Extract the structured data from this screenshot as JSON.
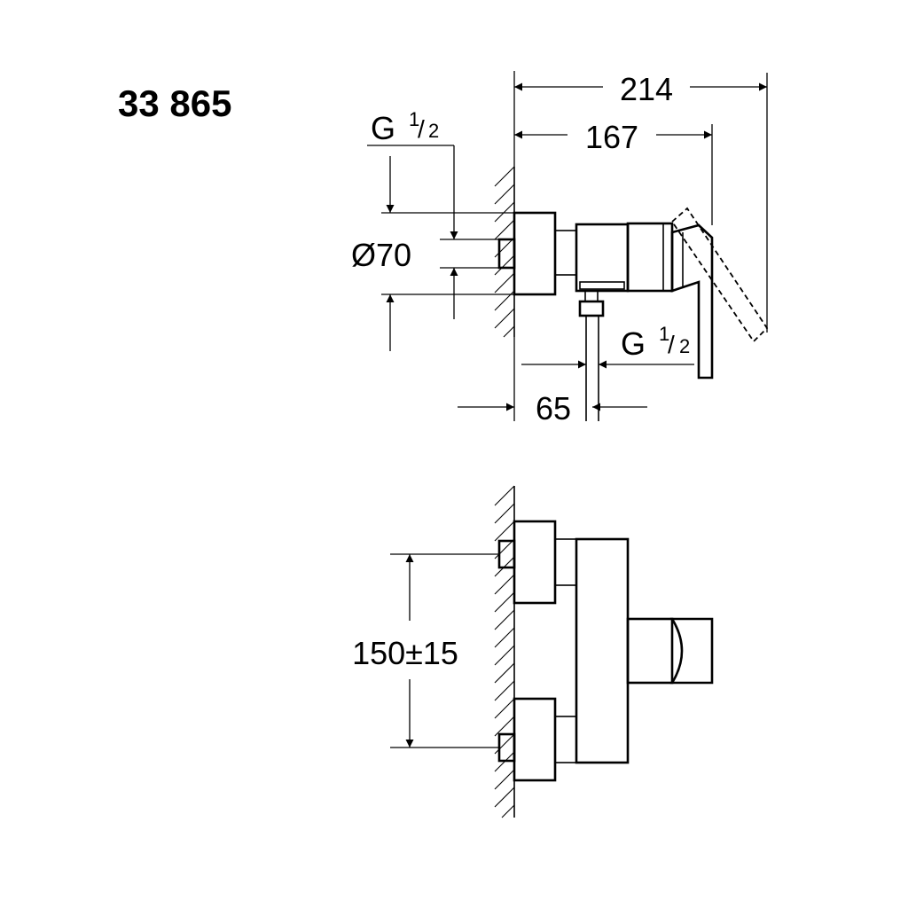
{
  "product_code": "33 865",
  "dimensions": {
    "overall_depth": "214",
    "lever_depth": "167",
    "inlet_thread": "G",
    "outlet_thread": "G",
    "fraction_numerator": "1",
    "fraction_slash": "/",
    "fraction_denominator": "2",
    "escutcheon_diameter": "Ø70",
    "outlet_offset": "65",
    "inlet_spacing": "150±15"
  },
  "colors": {
    "line": "#000000",
    "background": "#ffffff"
  }
}
